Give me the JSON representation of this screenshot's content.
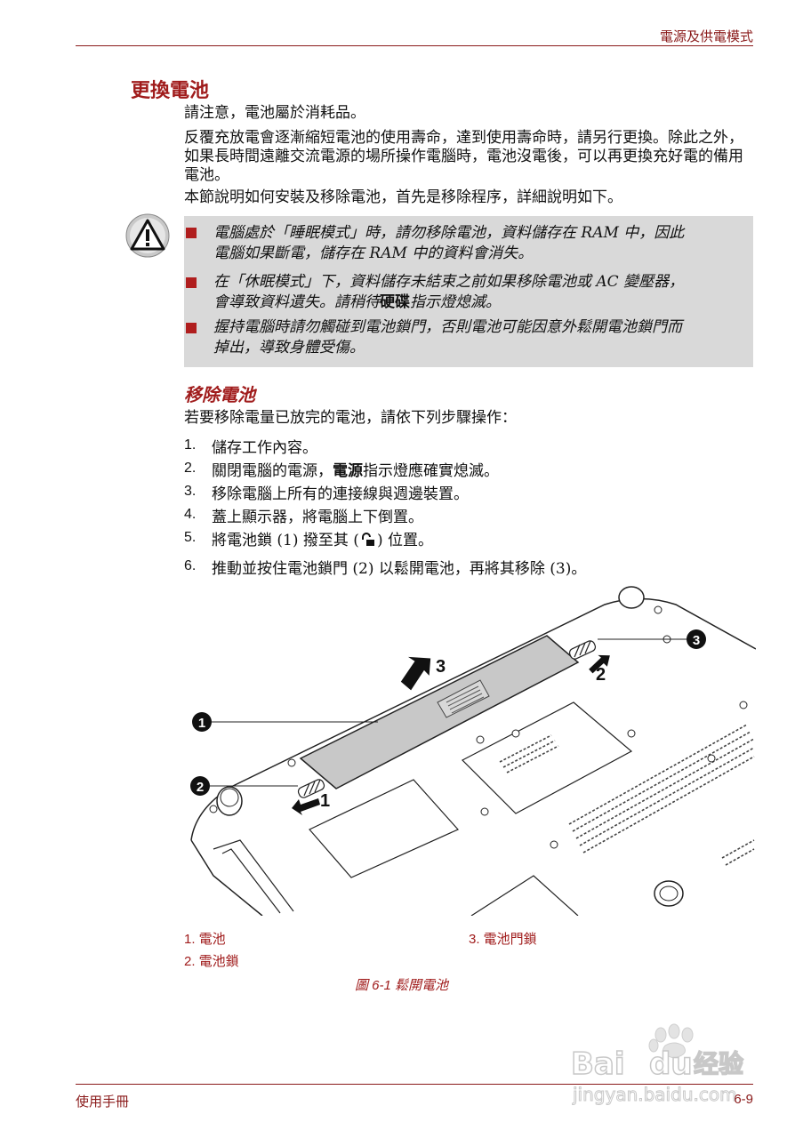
{
  "header": {
    "title": "電源及供電模式"
  },
  "section": {
    "title": "更換電池",
    "paragraphs": [
      "請注意，電池屬於消耗品。",
      "反覆充放電會逐漸縮短電池的使用壽命，達到使用壽命時，請另行更換。除此之外，如果長時間遠離交流電源的場所操作電腦時，電池沒電後，可以再更換充好電的備用電池。",
      "本節說明如何安裝及移除電池，首先是移除程序，詳細說明如下。"
    ]
  },
  "warning": {
    "items": [
      {
        "l1": "電腦處於「睡眠模式」時，請勿移除電池，資料儲存在 RAM 中，因此",
        "l2": "電腦如果斷電，儲存在 RAM 中的資料會消失。"
      },
      {
        "l1": "在「休眠模式」下，資料儲存未結束之前如果移除電池或 AC 變壓器，",
        "l2a": "會導致資料遺失。請稍待",
        "l2b": "硬碟",
        "l2c": "指示燈熄滅。"
      },
      {
        "l1": "握持電腦時請勿觸碰到電池鎖門，否則電池可能因意外鬆開電池鎖門而",
        "l2": "掉出，導致身體受傷。"
      }
    ]
  },
  "subsection": {
    "title": "移除電池",
    "intro": "若要移除電量已放完的電池，請依下列步驟操作：",
    "steps": [
      {
        "num": "1.",
        "text": "儲存工作內容。"
      },
      {
        "num": "2.",
        "a": "關閉電腦的電源，",
        "b": "電源",
        "c": "指示燈應確實熄滅。"
      },
      {
        "num": "3.",
        "text": "移除電腦上所有的連接線與週邊裝置。"
      },
      {
        "num": "4.",
        "text": "蓋上顯示器，將電腦上下倒置。"
      },
      {
        "num": "5.",
        "a": "將電池鎖 (1) 撥至其 (",
        "c": ") 位置。"
      },
      {
        "num": "6.",
        "text": "推動並按住電池鎖門 (2) 以鬆開電池，再將其移除 (3)。"
      }
    ]
  },
  "figure": {
    "callouts": [
      "1",
      "2",
      "3"
    ],
    "arrow_labels": [
      "1",
      "2",
      "3"
    ],
    "legend": [
      "1. 電池",
      "2. 電池鎖",
      "3. 電池門鎖"
    ],
    "caption": "圖 6-1 鬆開電池"
  },
  "footer": {
    "left": "使用手冊",
    "right": "6-9"
  },
  "watermark": {
    "brand": "Bai",
    "brand2": "du",
    "cn": "经验",
    "url": "jingyan.baidu.com"
  },
  "colors": {
    "accent": "#a01c1c",
    "rule": "#8a1a1a",
    "warning_bg": "#d9d9d9"
  },
  "icons": [
    "warning-triangle-icon",
    "unlock-icon"
  ]
}
